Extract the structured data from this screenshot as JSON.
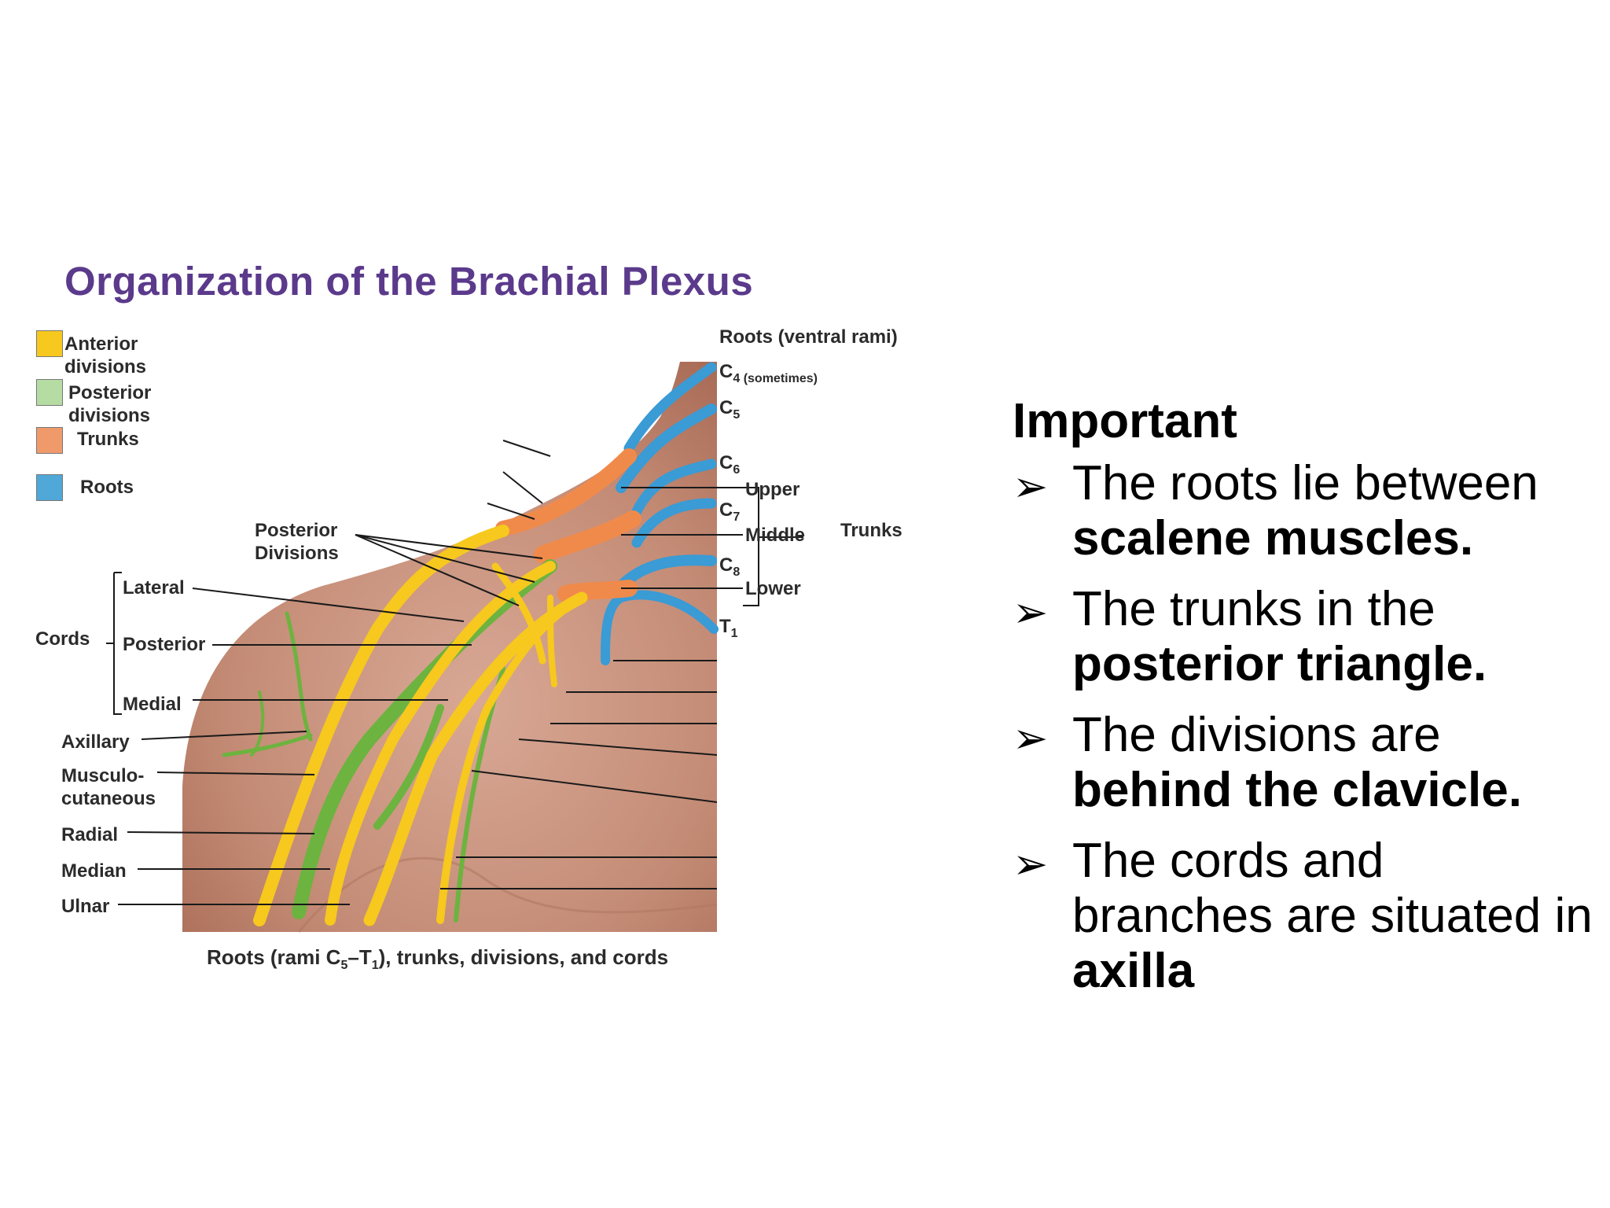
{
  "figure": {
    "title": "Organization of the Brachial Plexus",
    "caption_parts": [
      "Roots (rami C",
      "5",
      "–T",
      "1",
      "), trunks, divisions, and cords"
    ]
  },
  "legend": [
    {
      "label1": "Anterior",
      "label2": "divisions",
      "color": "#f7c81e"
    },
    {
      "label1": "Posterior",
      "label2": "divisions",
      "color": "#b5dca3"
    },
    {
      "label1": "Trunks",
      "label2": "",
      "color": "#f09a6c"
    },
    {
      "label1": "Roots",
      "label2": "",
      "color": "#4fa8d8"
    }
  ],
  "colors": {
    "anterior": "#f7c81e",
    "posterior": "#6db33f",
    "trunks": "#f08a4b",
    "roots": "#3a9bd5",
    "skin": "#c8927c"
  },
  "labels": {
    "roots_header": "Roots (ventral rami)",
    "c4": "C",
    "c4_sub": "4 (sometimes)",
    "c5": "C",
    "c5_sub": "5",
    "c6": "C",
    "c6_sub": "6",
    "c7": "C",
    "c7_sub": "7",
    "c8": "C",
    "c8_sub": "8",
    "t1": "T",
    "t1_sub": "1",
    "upper": "Upper",
    "middle": "Middle",
    "lower": "Lower",
    "trunks": "Trunks",
    "posterior_divisions_1": "Posterior",
    "posterior_divisions_2": "Divisions",
    "cords": "Cords",
    "lateral": "Lateral",
    "posterior": "Posterior",
    "medial": "Medial",
    "axillary": "Axillary",
    "musculo_1": "Musculo-",
    "musculo_2": "cutaneous",
    "radial": "Radial",
    "median": "Median",
    "ulnar": "Ulnar"
  },
  "notes": {
    "heading": "Important",
    "bullets": [
      {
        "text": "The roots lie between ",
        "bold": "scalene muscles."
      },
      {
        "text": "The trunks in the ",
        "bold": "posterior triangle."
      },
      {
        "text": "The divisions are ",
        "bold": "behind the clavicle."
      },
      {
        "text": "The cords and branches are situated in ",
        "bold": "axilla"
      }
    ]
  }
}
